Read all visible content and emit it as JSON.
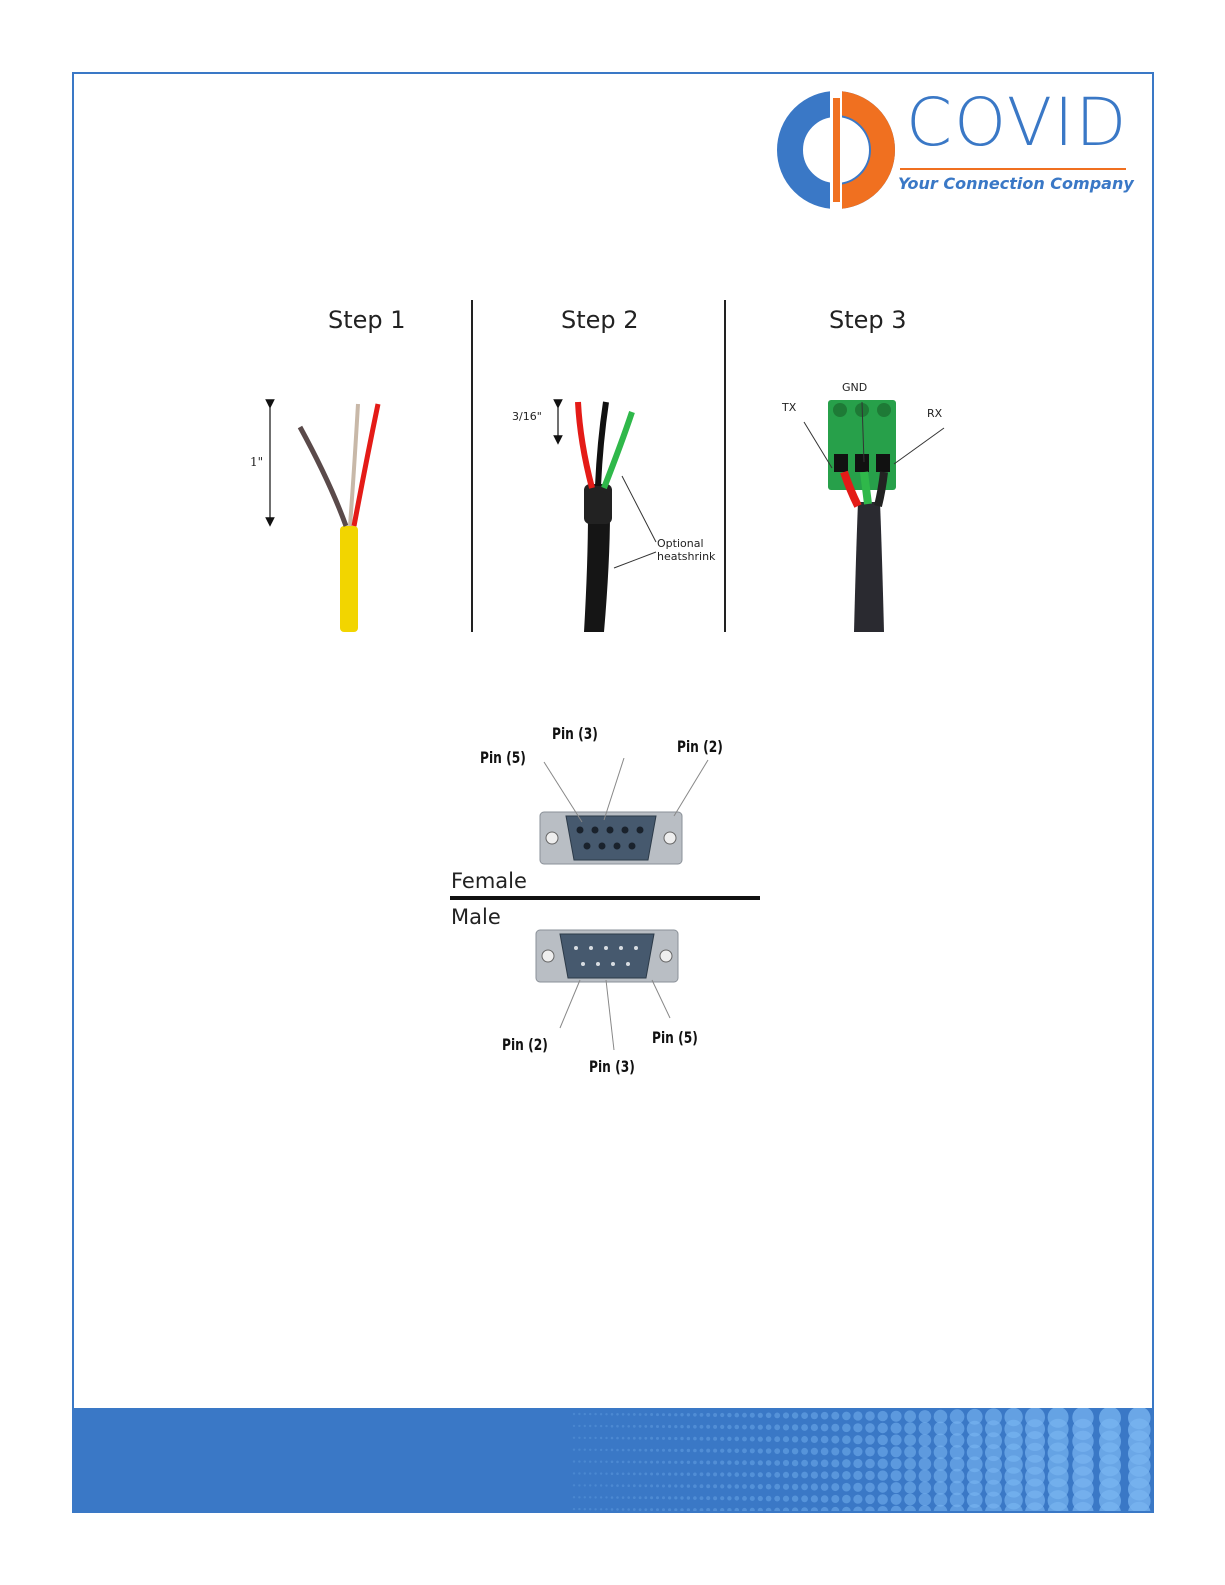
{
  "brand": {
    "name": "COVID",
    "tagline": "Your Connection Company",
    "colors": {
      "blue": "#3a78c6",
      "orange": "#f07020"
    }
  },
  "steps": [
    {
      "title": "Step 1",
      "measure": "1\""
    },
    {
      "title": "Step 2",
      "measure": "3/16\"",
      "note_line1": "Optional",
      "note_line2": "heatshrink"
    },
    {
      "title": "Step 3",
      "gnd": "GND",
      "tx": "TX",
      "rx": "RX"
    }
  ],
  "connector": {
    "female_label": "Female",
    "male_label": "Male",
    "female_pins": {
      "pin5": "Pin (5)",
      "pin3": "Pin (3)",
      "pin2": "Pin (2)"
    },
    "male_pins": {
      "pin2": "Pin (2)",
      "pin3": "Pin (3)",
      "pin5": "Pin (5)"
    }
  }
}
